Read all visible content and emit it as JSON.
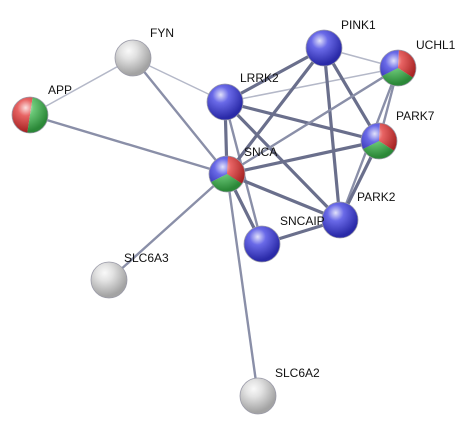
{
  "nodes": [
    {
      "id": "FYN",
      "label": "FYN",
      "colors": [
        "#d9d9d9"
      ]
    },
    {
      "id": "APP",
      "label": "APP",
      "colors": [
        "#e03030",
        "#39b54a"
      ]
    },
    {
      "id": "LRRK2",
      "label": "LRRK2",
      "colors": [
        "#3838e0"
      ]
    },
    {
      "id": "PINK1",
      "label": "PINK1",
      "colors": [
        "#3838e0"
      ]
    },
    {
      "id": "UCHL1",
      "label": "UCHL1",
      "colors": [
        "#3838e0",
        "#e03030",
        "#39b54a"
      ]
    },
    {
      "id": "PARK7",
      "label": "PARK7",
      "colors": [
        "#3838e0",
        "#e03030",
        "#39b54a"
      ]
    },
    {
      "id": "SNCA",
      "label": "SNCA",
      "colors": [
        "#3838e0",
        "#e03030",
        "#39b54a"
      ]
    },
    {
      "id": "PARK2",
      "label": "PARK2",
      "colors": [
        "#3838e0"
      ]
    },
    {
      "id": "SNCAIP",
      "label": "SNCAIP",
      "colors": [
        "#3838e0"
      ]
    },
    {
      "id": "SLC6A3",
      "label": "SLC6A3",
      "colors": [
        "#d9d9d9"
      ]
    },
    {
      "id": "SLC6A2",
      "label": "SLC6A2",
      "colors": [
        "#d9d9d9"
      ]
    }
  ],
  "edges": [
    {
      "source": "FYN",
      "target": "APP",
      "strength": 1
    },
    {
      "source": "FYN",
      "target": "SNCA",
      "strength": 2
    },
    {
      "source": "FYN",
      "target": "LRRK2",
      "strength": 1
    },
    {
      "source": "APP",
      "target": "SNCA",
      "strength": 2
    },
    {
      "source": "LRRK2",
      "target": "PINK1",
      "strength": 3
    },
    {
      "source": "LRRK2",
      "target": "UCHL1",
      "strength": 1
    },
    {
      "source": "LRRK2",
      "target": "PARK7",
      "strength": 3
    },
    {
      "source": "LRRK2",
      "target": "SNCA",
      "strength": 3
    },
    {
      "source": "LRRK2",
      "target": "PARK2",
      "strength": 3
    },
    {
      "source": "LRRK2",
      "target": "SNCAIP",
      "strength": 2
    },
    {
      "source": "PINK1",
      "target": "UCHL1",
      "strength": 1
    },
    {
      "source": "PINK1",
      "target": "PARK7",
      "strength": 3
    },
    {
      "source": "PINK1",
      "target": "SNCA",
      "strength": 3
    },
    {
      "source": "PINK1",
      "target": "PARK2",
      "strength": 3
    },
    {
      "source": "UCHL1",
      "target": "PARK7",
      "strength": 2
    },
    {
      "source": "UCHL1",
      "target": "SNCA",
      "strength": 2
    },
    {
      "source": "UCHL1",
      "target": "PARK2",
      "strength": 2
    },
    {
      "source": "PARK7",
      "target": "SNCA",
      "strength": 3
    },
    {
      "source": "PARK7",
      "target": "PARK2",
      "strength": 3
    },
    {
      "source": "SNCA",
      "target": "PARK2",
      "strength": 3
    },
    {
      "source": "SNCA",
      "target": "SNCAIP",
      "strength": 3
    },
    {
      "source": "SNCA",
      "target": "SLC6A3",
      "strength": 2
    },
    {
      "source": "SNCA",
      "target": "SLC6A2",
      "strength": 2
    },
    {
      "source": "SNCAIP",
      "target": "PARK2",
      "strength": 3
    }
  ]
}
